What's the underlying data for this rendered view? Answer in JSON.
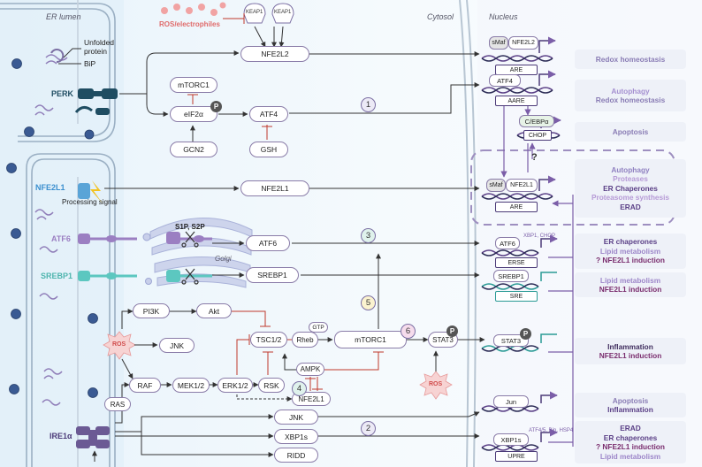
{
  "regions": {
    "er_lumen": "ER lumen",
    "cytosol": "Cytosol",
    "nucleus": "Nucleus"
  },
  "er_labels": {
    "unfolded_protein_1": "Unfolded",
    "unfolded_protein_2": "protein",
    "bip": "BiP",
    "perk": "PERK",
    "nfe2l1": "NFE2L1",
    "processing_signal": "Processing signal",
    "atf6": "ATF6",
    "srebp1": "SREBP1",
    "ire1a": "IRE1α",
    "s1p_s2p": "S1P, S2P",
    "golgi": "Golgi"
  },
  "stress": {
    "ros_electrophiles": "ROS/electrophiles",
    "keap1_a": "KEAP1",
    "keap1_b": "KEAP1",
    "ros_left": "ROS",
    "ros_right": "ROS"
  },
  "nodes": {
    "nfe2l2": "NFE2L2",
    "mtorc1_top": "mTORC1",
    "eif2a": "eIF2α",
    "atf4": "ATF4",
    "gcn2": "GCN2",
    "gsh": "GSH",
    "nfe2l1_cyto": "NFE2L1",
    "atf6_cyto": "ATF6",
    "srebp1_cyto": "SREBP1",
    "pi3k": "PI3K",
    "akt": "Akt",
    "jnk_up": "JNK",
    "tsc": "TSC1/2",
    "rheb": "Rheb",
    "gtp": "GTP",
    "mtorc1": "mTORC1",
    "stat3": "STAT3",
    "raf": "RAF",
    "mek": "MEK1/2",
    "erk": "ERK1/2",
    "rsk": "RSK",
    "ampk": "AMPK",
    "nfe2l1_low": "NFE2L1",
    "ras": "RAS",
    "jnk": "JNK",
    "xbp1s": "XBP1s",
    "ridd": "RIDD",
    "p": "P"
  },
  "numbers": {
    "n1": "1",
    "n2": "2",
    "n3": "3",
    "n4": "4",
    "n5": "5",
    "n6": "6"
  },
  "nuclear": {
    "smaf1": "sMaf",
    "nfe2l2": "NFE2L2",
    "are1": "ARE",
    "atf4": "ATF4",
    "aare": "AARE",
    "cebpa": "C/EBPα",
    "chop": "CHOP",
    "question": "?",
    "smaf2": "sMaf",
    "nfe2l1": "NFE2L1",
    "are2": "ARE",
    "atf6": "ATF6",
    "erse": "ERSE",
    "atf6_targets": "XBP1, CHOP",
    "srebp1": "SREBP1",
    "sre": "SRE",
    "stat3": "STAT3",
    "jun": "Jun",
    "xbp1s": "XBP1s",
    "upre": "UPRE",
    "xbp_targets": "ATF4/5, Bip, HSP4"
  },
  "outcomes": [
    {
      "lines": [
        "Redox homeostasis"
      ],
      "colors": [
        "#8a7db5"
      ]
    },
    {
      "lines": [
        "Autophagy",
        "Redox homeostasis"
      ],
      "colors": [
        "#a48fd0",
        "#8a7db5"
      ]
    },
    {
      "lines": [
        "Apoptosis"
      ],
      "colors": [
        "#8a7db5"
      ]
    },
    {
      "lines": [
        "Autophagy",
        "Proteases",
        "ER Chaperones",
        "Proteasome synthesis",
        "ERAD"
      ],
      "colors": [
        "#8f80c0",
        "#b69ad6",
        "#5a3f86",
        "#b69ad6",
        "#5a3f86"
      ]
    },
    {
      "lines": [
        "ER chaperones",
        "Lipid metabolism",
        "? NFE2L1 induction"
      ],
      "colors": [
        "#5a3f86",
        "#9d86c9",
        "#7a2d6e"
      ]
    },
    {
      "lines": [
        "Lipid metabolism",
        "NFE2L1 induction"
      ],
      "colors": [
        "#9d86c9",
        "#7a2d6e"
      ]
    },
    {
      "lines": [
        "Inflammation",
        "NFE2L1 induction"
      ],
      "colors": [
        "#3f2d5e",
        "#7a2d6e"
      ]
    },
    {
      "lines": [
        "Apoptosis",
        "Inflammation"
      ],
      "colors": [
        "#8a7db5",
        "#5a3f86"
      ]
    },
    {
      "lines": [
        "ERAD",
        "ER chaperones",
        "? NFE2L1 induction",
        "Lipid metabolism"
      ],
      "colors": [
        "#5a3f86",
        "#5a3f86",
        "#7a2d6e",
        "#9d86c9"
      ]
    }
  ]
}
